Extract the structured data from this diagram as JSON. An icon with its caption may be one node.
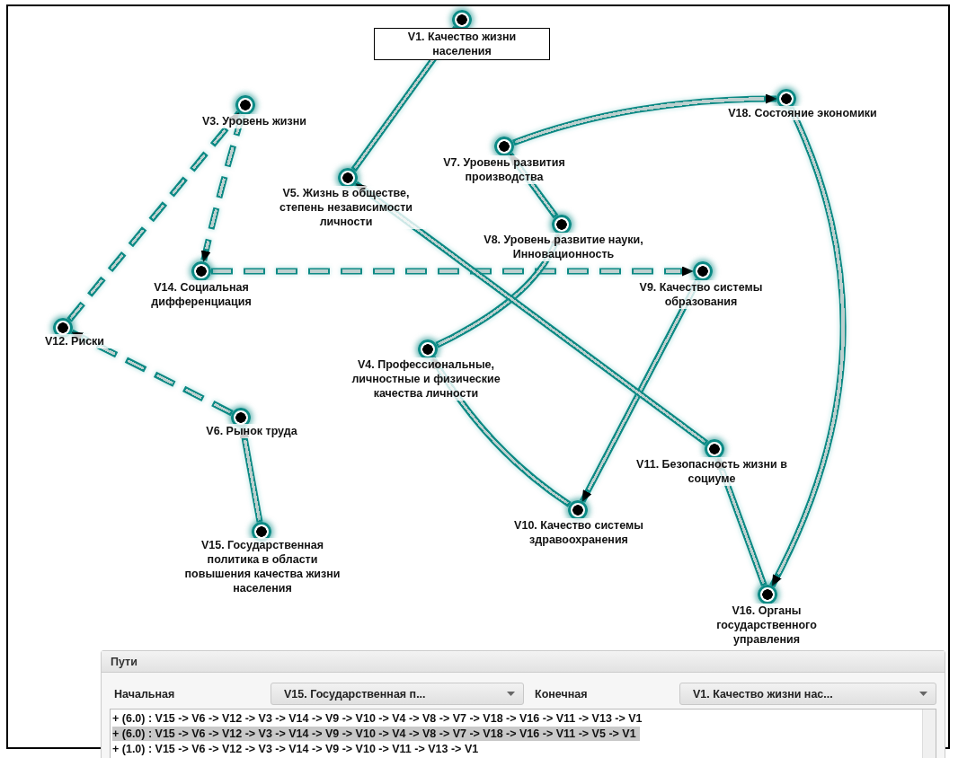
{
  "diagram": {
    "nodes": [
      {
        "text": [
          "V1. Качество жизни населения"
        ]
      },
      {
        "text": [
          "V18. Состояние экономики"
        ]
      },
      {
        "text": [
          "V3. Уровень жизни"
        ]
      },
      {
        "text": [
          "V7. Уровень развития производства"
        ]
      },
      {
        "text": [
          "V5. Жизнь в обществе, степень независимости личности"
        ]
      },
      {
        "text": [
          "V8. Уровень развитие науки, Инновационность"
        ]
      },
      {
        "text": [
          "V14. Социальная дифференциация"
        ]
      },
      {
        "text": [
          "V9. Качество системы образования"
        ]
      },
      {
        "text": [
          "V12. Риски"
        ]
      },
      {
        "text": [
          "V4. Профессиональные, личностные и физические качества личности"
        ]
      },
      {
        "text": [
          "V6. Рынок труда"
        ]
      },
      {
        "text": [
          "V11. Безопасность жизни в социуме"
        ]
      },
      {
        "text": [
          "V10. Качество системы здравоохранения"
        ]
      },
      {
        "text": [
          "V15. Государственная политика в области повышения качества жизни населения"
        ]
      },
      {
        "text": [
          "V16. Органы государственного управления"
        ]
      }
    ],
    "edges": [
      {
        "from": 13,
        "to": 10,
        "arrow": "to"
      },
      {
        "from": 10,
        "to": 8,
        "arrow": "to",
        "style": "dashed"
      },
      {
        "from": 8,
        "to": 2,
        "arrow": "to",
        "style": "dashed"
      },
      {
        "from": 2,
        "to": 6,
        "arrow": "to",
        "style": "dashed"
      },
      {
        "from": 6,
        "to": 7,
        "arrow": "to",
        "style": "dashed"
      },
      {
        "from": 7,
        "to": 12,
        "arrow": "to"
      },
      {
        "from": 12,
        "to": 9,
        "arrow": "to"
      },
      {
        "from": 9,
        "to": 5,
        "arrow": "to"
      },
      {
        "from": 5,
        "to": 3,
        "arrow": "to"
      },
      {
        "from": 3,
        "to": 1,
        "arrow": "to"
      },
      {
        "from": 1,
        "to": 14,
        "arrow": "to"
      },
      {
        "from": 14,
        "to": 11,
        "arrow": "to"
      },
      {
        "from": 11,
        "to": 4,
        "arrow": "to"
      },
      {
        "from": 4,
        "to": 0,
        "arrow": "to"
      }
    ],
    "labels": [
      "Пути",
      "Начальная",
      "V15. Государственная п...",
      "Конечная",
      "V1. Качество жизни нас...",
      "+ (6.0) : V15 -> V6 -> V12 -> V3 -> V14 -> V9 -> V10 -> V4 -> V8 -> V7 -> V18 -> V16 -> V11 -> V13 -> V1",
      "+ (6.0) : V15 -> V6 -> V12 -> V3 -> V14 -> V9 -> V10 -> V4 -> V8 -> V7 -> V18 -> V16 -> V11 -> V5 -> V1",
      "+ (1.0) : V15 -> V6 -> V12 -> V3 -> V14 -> V9 -> V10 -> V11 -> V13 -> V1"
    ]
  }
}
